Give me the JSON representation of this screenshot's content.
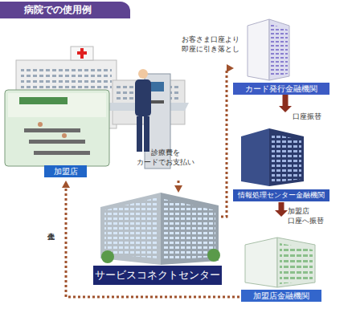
{
  "diagram": {
    "title": "病院での使用例",
    "nodes": [
      {
        "text": [
          "加盟店"
        ]
      },
      {
        "text": [
          "サービスコネクトセンター"
        ]
      },
      {
        "text": [
          "カード発行金融機関"
        ]
      },
      {
        "text": [
          "情報処理センター金融機関"
        ]
      },
      {
        "text": [
          "加盟店金融機関"
        ]
      }
    ],
    "edges": [
      {
        "from": 0,
        "to": 1,
        "label": "診療費を カードでお支払い",
        "arrow": "to"
      },
      {
        "from": 1,
        "to": 2,
        "label": "お客さま口座より 即座に引き落とし",
        "arrow": "to"
      },
      {
        "from": 2,
        "to": 3,
        "label": "口座振替",
        "arrow": "to"
      },
      {
        "from": 3,
        "to": 4,
        "label": "加盟店 口座へ振替",
        "arrow": "to"
      },
      {
        "from": 4,
        "to": 0,
        "label": "売上代金",
        "arrow": "to"
      }
    ]
  }
}
